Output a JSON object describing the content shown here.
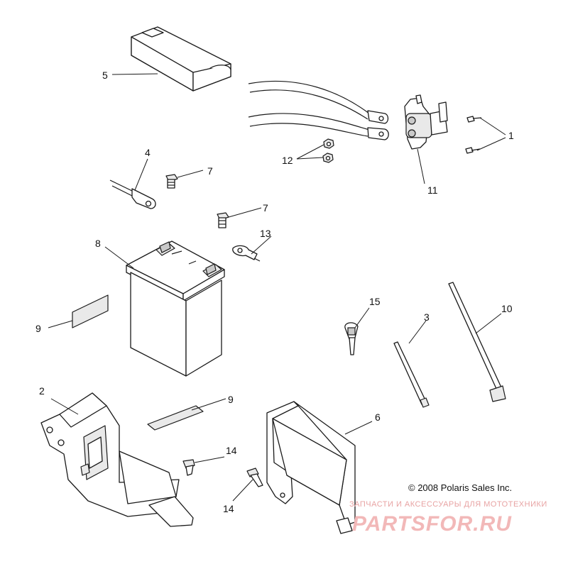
{
  "callouts": {
    "c1": "1",
    "c2": "2",
    "c3": "3",
    "c4": "4",
    "c5": "5",
    "c6": "6",
    "c7a": "7",
    "c7b": "7",
    "c8": "8",
    "c9a": "9",
    "c9b": "9",
    "c10": "10",
    "c11": "11",
    "c12": "12",
    "c13": "13",
    "c14a": "14",
    "c14b": "14",
    "c15": "15"
  },
  "copyright": "© 2008 Polaris Sales Inc.",
  "watermark": {
    "subtitle": "ЗАПЧАСТИ И АКСЕССУАРЫ ДЛЯ МОТОТЕХНИКИ",
    "brand": "PARTSFOR.RU"
  }
}
